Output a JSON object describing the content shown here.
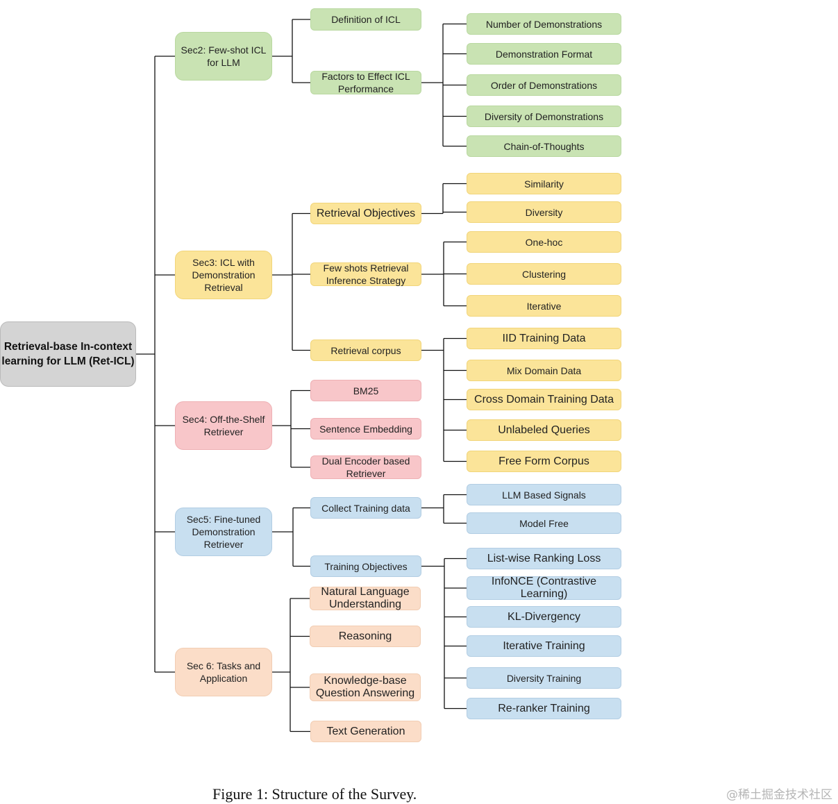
{
  "root": {
    "label": "Retrieval-base In-context learning for LLM (Ret-ICL)"
  },
  "sections": [
    {
      "label": "Sec2: Few-shot ICL for LLM",
      "children": [
        {
          "label": "Definition of ICL",
          "children": []
        },
        {
          "label": "Factors to Effect ICL Performance",
          "children": [
            "Number of Demonstrations",
            "Demonstration Format",
            "Order of Demonstrations",
            "Diversity of Demonstrations",
            "Chain-of-Thoughts"
          ]
        }
      ]
    },
    {
      "label": "Sec3: ICL with Demonstration Retrieval",
      "children": [
        {
          "label": "Retrieval Objectives",
          "children": [
            "Similarity",
            "Diversity"
          ]
        },
        {
          "label": "Few shots Retrieval Inference Strategy",
          "children": [
            "One-hoc",
            "Clustering",
            "Iterative"
          ]
        },
        {
          "label": "Retrieval corpus",
          "children": [
            "IID Training Data",
            "Mix Domain Data",
            "Cross Domain Training Data",
            "Unlabeled Queries",
            "Free Form Corpus"
          ]
        }
      ]
    },
    {
      "label": "Sec4: Off-the-Shelf Retriever",
      "children": [
        {
          "label": "BM25",
          "children": []
        },
        {
          "label": "Sentence Embedding",
          "children": []
        },
        {
          "label": "Dual Encoder based Retriever",
          "children": []
        }
      ]
    },
    {
      "label": "Sec5: Fine-tuned Demonstration Retriever",
      "children": [
        {
          "label": "Collect Training data",
          "children": [
            "LLM Based Signals",
            "Model Free"
          ]
        },
        {
          "label": "Training Objectives",
          "children": [
            "List-wise Ranking Loss",
            "InfoNCE (Contrastive Learning)",
            "KL-Divergency",
            "Iterative Training",
            "Diversity Training",
            "Re-ranker Training"
          ]
        }
      ]
    },
    {
      "label": "Sec 6: Tasks and Application",
      "children": [
        {
          "label": "Natural Language Understanding",
          "children": []
        },
        {
          "label": "Reasoning",
          "children": []
        },
        {
          "label": "Knowledge-base Question Answering",
          "children": []
        },
        {
          "label": "Text Generation",
          "children": []
        }
      ]
    }
  ],
  "caption": "Figure 1: Structure of the Survey.",
  "watermark": "@稀土掘金技术社区",
  "colors": {
    "root": "#d4d4d4",
    "green": "#c9e3b3",
    "yellow": "#fbe499",
    "pink": "#f8c6c9",
    "blue": "#c8dff0",
    "peach": "#fbddc8",
    "line": "#111111"
  }
}
